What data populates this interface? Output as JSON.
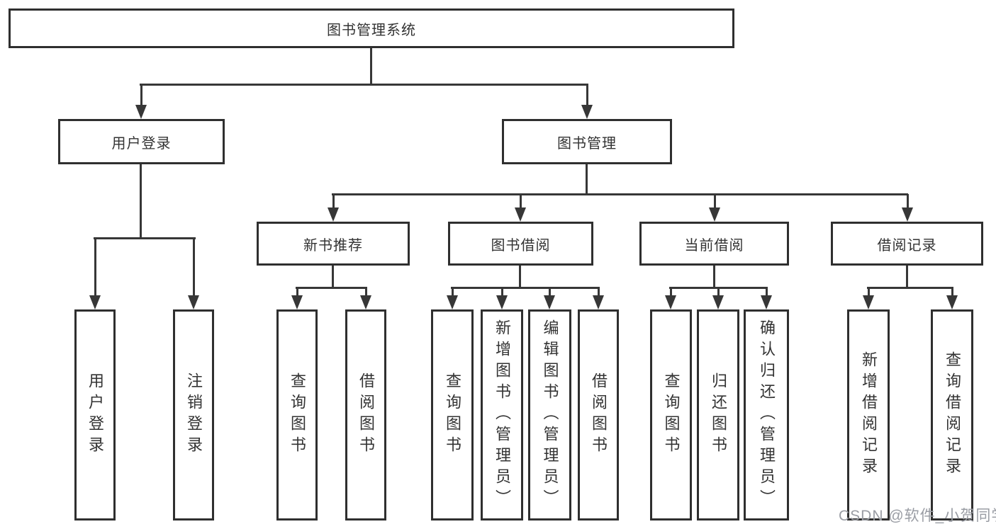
{
  "colors": {
    "line": "#373737",
    "box_border": "#2f2f2f",
    "text": "#333333",
    "watermark": "#9a9da4",
    "background": "#ffffff"
  },
  "watermark": "CSDN @软件_小贺同学",
  "tree": {
    "root": {
      "label": "图书管理系统"
    },
    "level2": [
      {
        "label": "用户登录"
      },
      {
        "label": "图书管理"
      }
    ],
    "level3": [
      {
        "label": "新书推荐",
        "parent": "图书管理"
      },
      {
        "label": "图书借阅",
        "parent": "图书管理"
      },
      {
        "label": "当前借阅",
        "parent": "图书管理"
      },
      {
        "label": "借阅记录",
        "parent": "图书管理"
      }
    ],
    "leaves": [
      {
        "label": "用户登录",
        "parent": "用户登录"
      },
      {
        "label": "注销登录",
        "parent": "用户登录"
      },
      {
        "label": "查询图书",
        "parent": "新书推荐"
      },
      {
        "label": "借阅图书",
        "parent": "新书推荐"
      },
      {
        "label": "查询图书",
        "parent": "图书借阅"
      },
      {
        "label": "新增图书（管理员）",
        "parent": "图书借阅"
      },
      {
        "label": "编辑图书（管理员）",
        "parent": "图书借阅"
      },
      {
        "label": "借阅图书",
        "parent": "图书借阅"
      },
      {
        "label": "查询图书",
        "parent": "当前借阅"
      },
      {
        "label": "归还图书",
        "parent": "当前借阅"
      },
      {
        "label": "确认归还（管理员）",
        "parent": "当前借阅"
      },
      {
        "label": "新增借阅记录",
        "parent": "借阅记录"
      },
      {
        "label": "查询借阅记录",
        "parent": "借阅记录"
      }
    ]
  }
}
